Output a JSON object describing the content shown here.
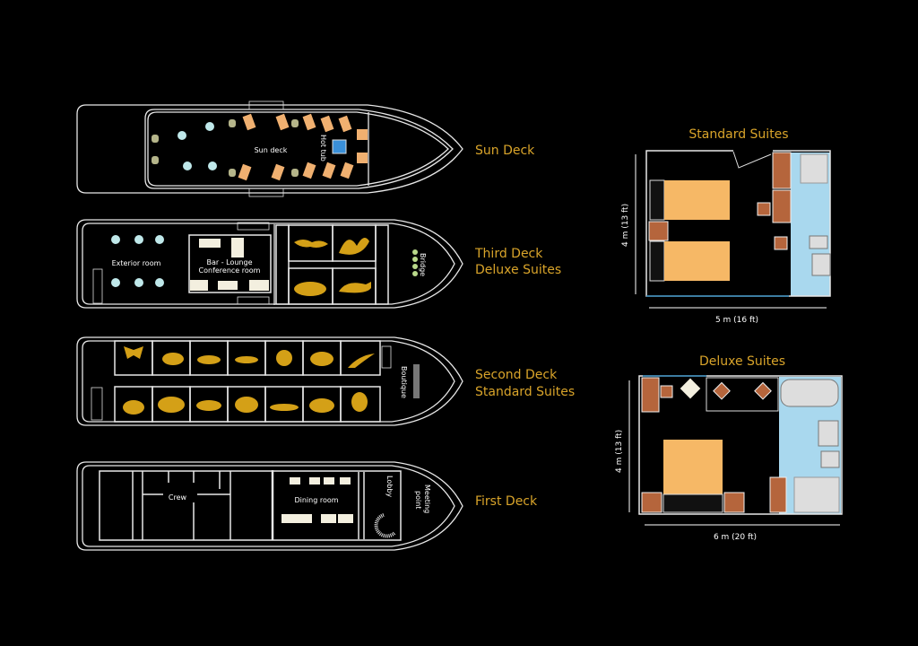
{
  "decks": {
    "sun": {
      "label": "Sun Deck",
      "rooms": {
        "sun_deck": "Sun deck",
        "hot_tub": "Hot tub"
      }
    },
    "third": {
      "label_line1": "Third Deck",
      "label_line2": "Deluxe Suites",
      "rooms": {
        "exterior": "Exterior room",
        "bar_line1": "Bar - Lounge",
        "bar_line2": "Conference room",
        "bridge": "Bridge"
      }
    },
    "second": {
      "label_line1": "Second Deck",
      "label_line2": "Standard Suites",
      "rooms": {
        "boutique": "Boutique"
      }
    },
    "first": {
      "label": "First Deck",
      "rooms": {
        "crew": "Crew",
        "dining": "Dining room",
        "lobby": "Lobby",
        "meeting_line1": "Meeting",
        "meeting_line2": "point"
      }
    }
  },
  "suites": {
    "standard": {
      "title": "Standard Suites",
      "height_dim": "4 m (13 ft)",
      "width_dim": "5 m (16 ft)"
    },
    "deluxe": {
      "title": "Deluxe Suites",
      "height_dim": "4 m (13 ft)",
      "width_dim": "6  m (20 ft)"
    }
  },
  "colors": {
    "label_gold": "#d9a42a",
    "bath_blue": "#a9d8ee",
    "bed": "#f6b866",
    "wood": "#b5653c",
    "animal_gold": "#d4a017"
  }
}
